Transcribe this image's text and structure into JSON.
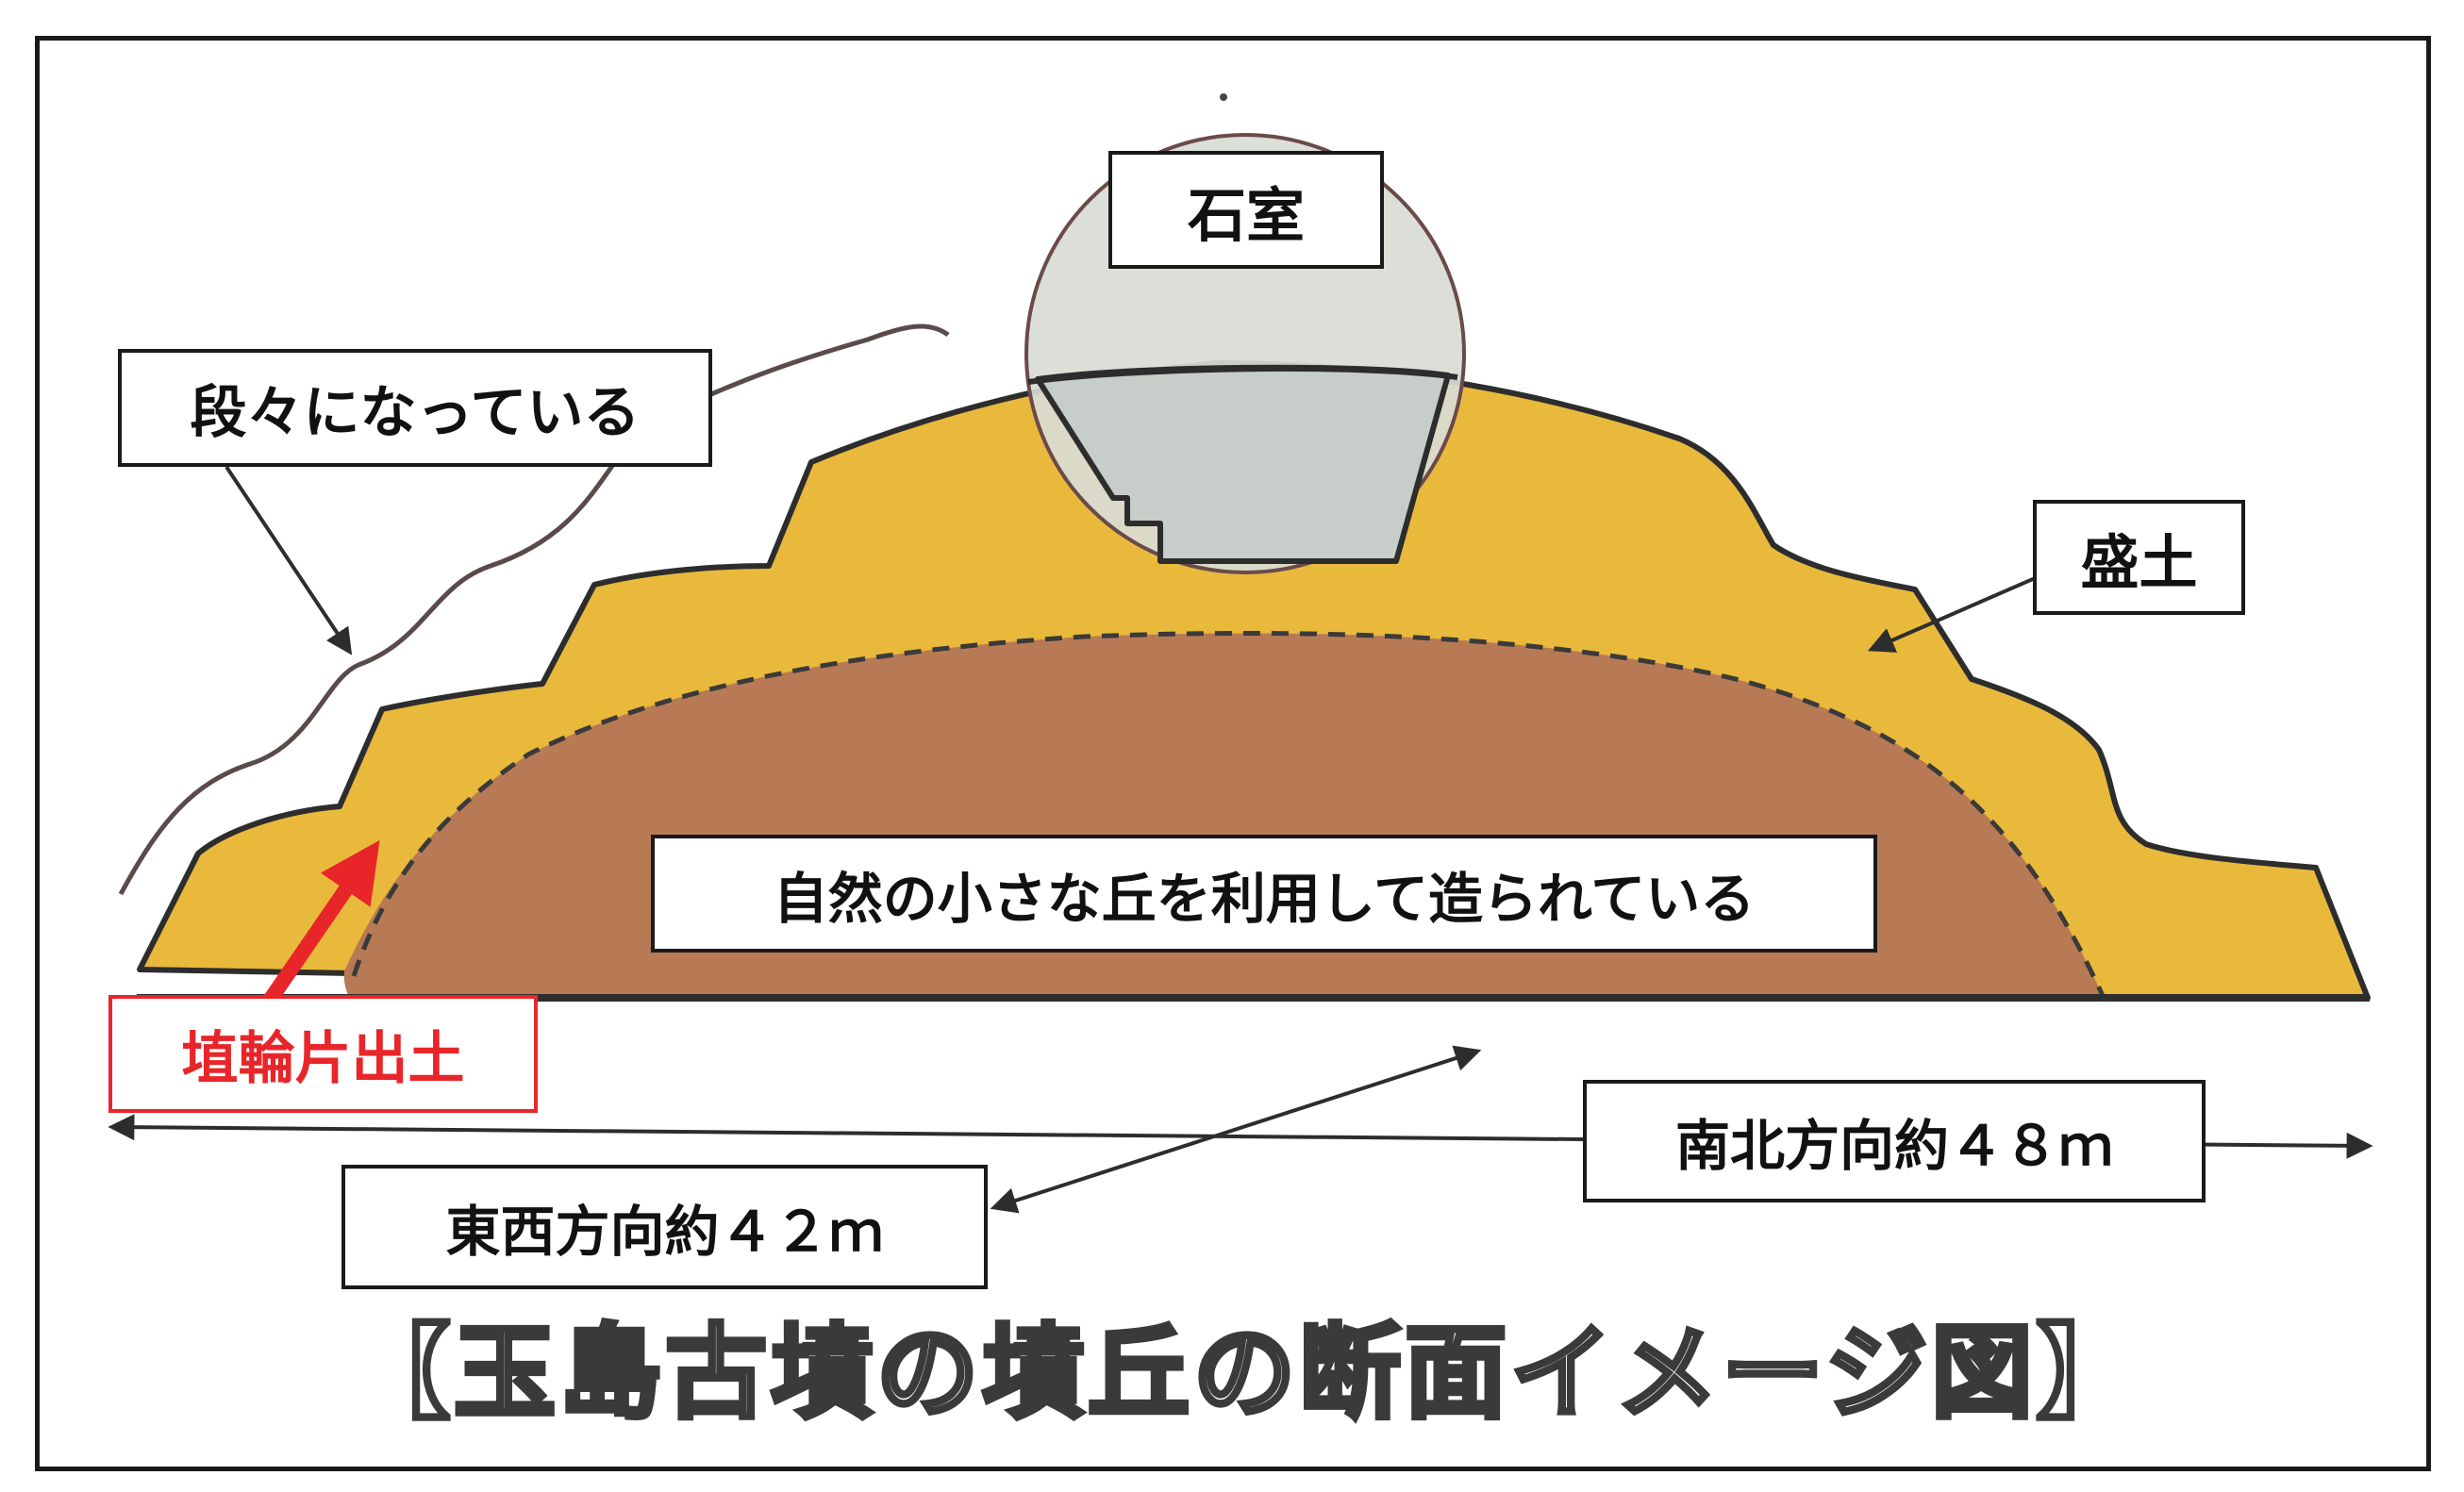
{
  "labels": {
    "stone_chamber": "石室",
    "terraced": "段々になっている",
    "mound_fill": "盛土",
    "natural_hill": "自然の小さな丘を利用して造られている",
    "haniwa": "埴輪片出土",
    "north_south": "南北方向約４８ｍ",
    "east_west": "東西方向約４２ｍ"
  },
  "caption": "【玉島古墳の墳丘の断面イメージ図】",
  "colors": {
    "mound_fill": "#e9b93c",
    "natural_hill": "#b87a55",
    "chamber_circle": "#d9dbd5",
    "chamber_box": "#c7cdc9",
    "outline": "#2d2d2d",
    "haniwa_arrow": "#e8262a"
  }
}
